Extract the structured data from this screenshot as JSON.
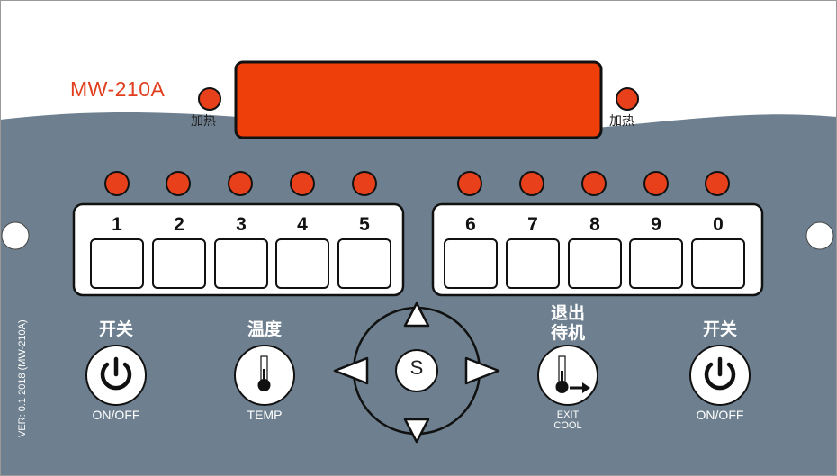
{
  "panel": {
    "model": "MW-210A",
    "heat_label_left": "加热",
    "heat_label_right": "加热",
    "version_text": "VER: 0.1   2018   (MW-210A)"
  },
  "keys_left": [
    "1",
    "2",
    "3",
    "4",
    "5"
  ],
  "keys_right": [
    "6",
    "7",
    "8",
    "9",
    "0"
  ],
  "controls": {
    "power_left": {
      "cn": "开关",
      "en": "ON/OFF"
    },
    "temp": {
      "cn": "温度",
      "en": "TEMP"
    },
    "center": {
      "label": "S"
    },
    "exit": {
      "cn_line1": "退出",
      "cn_line2": "待机",
      "en_line1": "EXIT",
      "en_line2": "COOL"
    },
    "power_right": {
      "cn": "开关",
      "en": "ON/OFF"
    }
  },
  "colors": {
    "panel_gray": "#6e808f",
    "indicator_red": "#e8401a",
    "display_red": "#ee3f0a"
  }
}
